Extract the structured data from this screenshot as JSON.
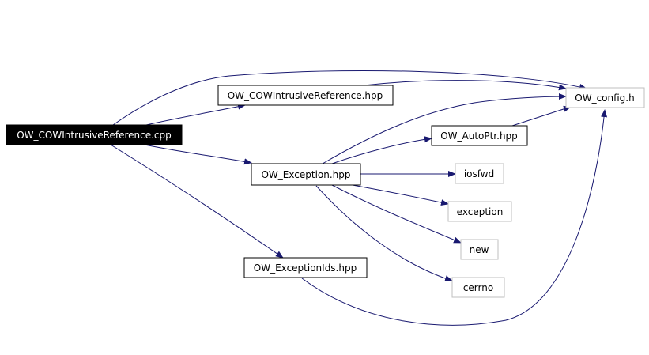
{
  "nodes": {
    "main": "OW_COWIntrusiveReference.cpp",
    "cow_hpp": "OW_COWIntrusiveReference.hpp",
    "config": "OW_config.h",
    "autoptr": "OW_AutoPtr.hpp",
    "exception_hpp": "OW_Exception.hpp",
    "iosfwd": "iosfwd",
    "exception": "exception",
    "new": "new",
    "cerrno": "cerrno",
    "exceptionids": "OW_ExceptionIds.hpp"
  },
  "colors": {
    "edge": "#191970",
    "root_fill": "#000000",
    "root_text": "#ffffff",
    "node_border": "#000000",
    "external_border": "#bfbfbf",
    "node_fill": "#ffffff",
    "node_text": "#000000"
  }
}
